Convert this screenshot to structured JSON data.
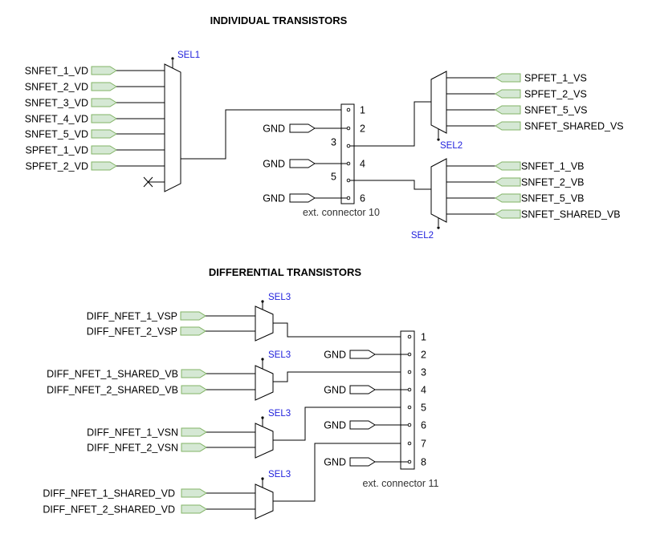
{
  "titles": {
    "individual": "INDIVIDUAL TRANSISTORS",
    "differential": "DIFFERENTIAL TRANSISTORS"
  },
  "mux_top": {
    "sel": "SEL1",
    "inputs": [
      "SNFET_1_VD",
      "SNFET_2_VD",
      "SNFET_3_VD",
      "SNFET_4_VD",
      "SNFET_5_VD",
      "SPFET_1_VD",
      "SPFET_2_VD"
    ]
  },
  "mux_vs": {
    "sel": "SEL2",
    "outputs": [
      "SPFET_1_VS",
      "SPFET_2_VS",
      "SNFET_5_VS",
      "SNFET_SHARED_VS"
    ]
  },
  "mux_vb": {
    "sel": "SEL2",
    "outputs": [
      "SNFET_1_VB",
      "SNFET_2_VB",
      "SNFET_5_VB",
      "SNFET_SHARED_VB"
    ]
  },
  "connector10": {
    "caption": "ext. connector 10",
    "pins": [
      "1",
      "2",
      "3",
      "4",
      "5",
      "6"
    ],
    "gnd_label": "GND"
  },
  "diff_muxes": [
    {
      "sel": "SEL3",
      "inputs": [
        "DIFF_NFET_1_VSP",
        "DIFF_NFET_2_VSP"
      ]
    },
    {
      "sel": "SEL3",
      "inputs": [
        "DIFF_NFET_1_SHARED_VB",
        "DIFF_NFET_2_SHARED_VB"
      ]
    },
    {
      "sel": "SEL3",
      "inputs": [
        "DIFF_NFET_1_VSN",
        "DIFF_NFET_2_VSN"
      ]
    },
    {
      "sel": "SEL3",
      "inputs": [
        "DIFF_NFET_1_SHARED_VD",
        "DIFF_NFET_2_SHARED_VD"
      ]
    }
  ],
  "connector11": {
    "caption": "ext. connector 11",
    "pins": [
      "1",
      "2",
      "3",
      "4",
      "5",
      "6",
      "7",
      "8"
    ],
    "gnd_label": "GND"
  },
  "colors": {
    "port_fill": "#d5e8d4",
    "port_stroke": "#82b366",
    "select_text": "#1e1edc",
    "wire": "#000000"
  },
  "icons": {
    "input_port": "green-arrow-port-icon",
    "ground_port": "gnd-arrow-port-icon",
    "multiplexer": "mux-trapezoid-icon",
    "no_connect": "x-mark-icon"
  }
}
